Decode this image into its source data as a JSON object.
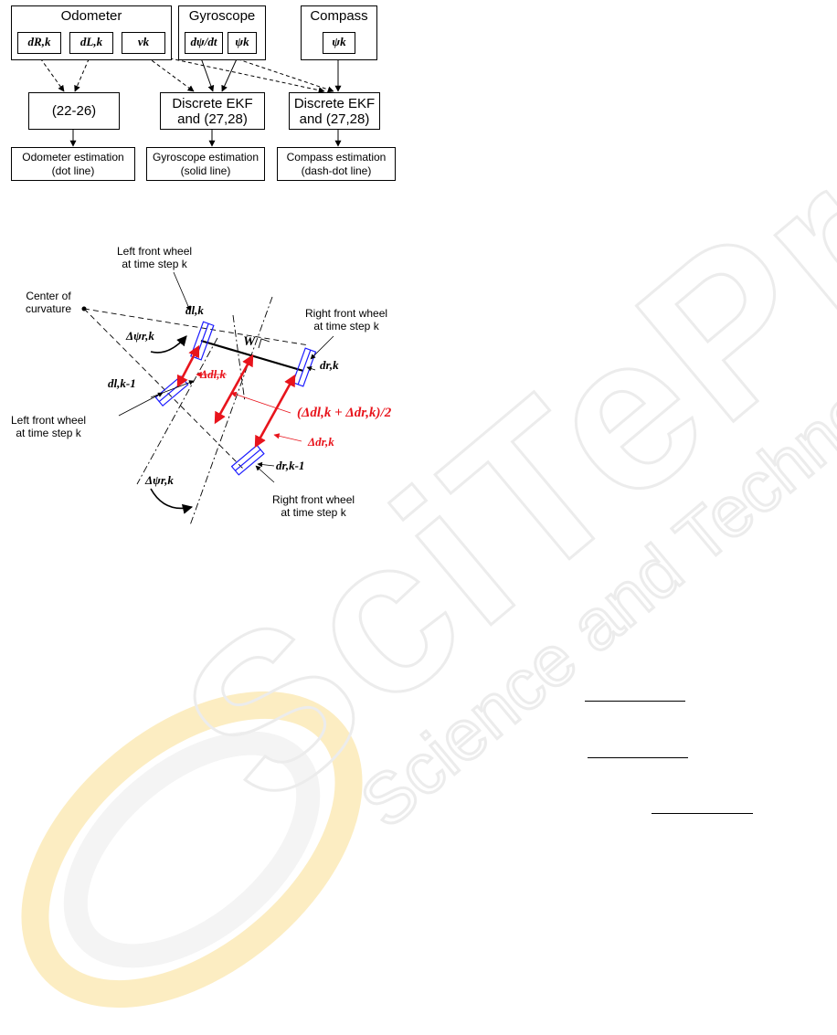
{
  "watermark": {
    "brand": "SciTePress",
    "tagline": "Science and Technology Publications",
    "colors": {
      "ring": "#fbe6a8",
      "text": "#ececec"
    }
  },
  "block_diagram": {
    "sensors": {
      "odometer": {
        "title": "Odometer",
        "inputs": [
          "dR,k",
          "dL,k",
          "vk"
        ]
      },
      "gyroscope": {
        "title": "Gyroscope",
        "inputs": [
          "dψ/dt",
          "ψk"
        ]
      },
      "compass": {
        "title": "Compass",
        "inputs": [
          "ψk"
        ]
      }
    },
    "processors": {
      "odometer": "(22-26)",
      "gyroscope_line1": "Discrete EKF",
      "gyroscope_line2": "and (27,28)",
      "compass_line1": "Discrete EKF",
      "compass_line2": "and (27,28)"
    },
    "outputs": {
      "odometer_line1": "Odometer estimation",
      "odometer_line2": "(dot line)",
      "gyroscope_line1": "Gyroscope estimation",
      "gyroscope_line2": "(solid line)",
      "compass_line1": "Compass estimation",
      "compass_line2": "(dash-dot line)"
    }
  },
  "wheel_diagram": {
    "labels": {
      "left_top_line1": "Left front wheel",
      "left_top_line2": "at time step k",
      "center_line1": "Center of",
      "center_line2": "curvature",
      "right_top_line1": "Right front wheel",
      "right_top_line2": "at time step k",
      "left_bottom_line1": "Left front wheel",
      "left_bottom_line2": "at time step k",
      "right_bottom_line1": "Right front wheel",
      "right_bottom_line2": "at time step k"
    },
    "symbols": {
      "dlk": "dl,k",
      "dlk1": "dl,k-1",
      "drk": "dr,k",
      "drk1": "dr,k-1",
      "w": "W",
      "delta_psi_rk_top": "Δψr,k",
      "delta_psi_rk_bottom": "Δψr,k",
      "delta_dlk": "Δdl,k",
      "avg": "(Δdl,k + Δdr,k)/2",
      "delta_drk": "Δdr,k"
    },
    "colors": {
      "wheel": "#1a1aff",
      "arrow": "#e8141c"
    }
  }
}
